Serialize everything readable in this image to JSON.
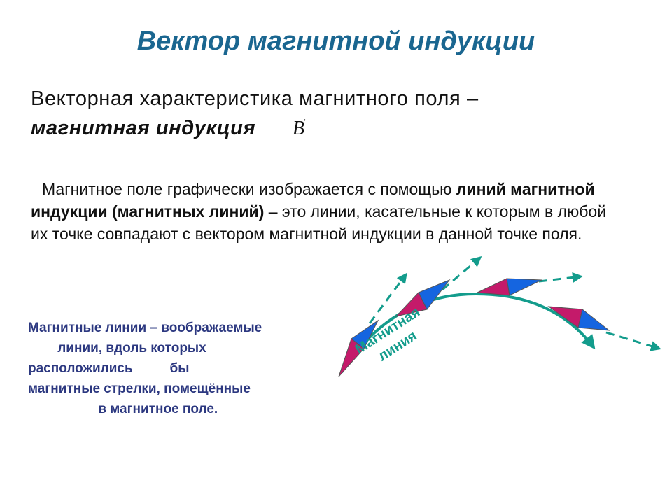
{
  "title": "Вектор магнитной индукции",
  "definition": {
    "line1": "Векторная характеристика магнитного поля –",
    "term": "магнитная индукция",
    "symbol": "B",
    "symbol_arrow": "→"
  },
  "paragraph": {
    "part1": "Магнитное поле графически изображается с помощью ",
    "bold": "линий магнитной индукции (магнитных линий)",
    "part2": " – это линии, касательные к которым в любой их точке совпадают с вектором магнитной индукции  в данной точке поля."
  },
  "note": {
    "line1": "Магнитные линии – воображаемые",
    "line2": "        линии, вдоль которых",
    "line3": "расположились          бы",
    "line4": "магнитные стрелки, помещённые",
    "line5": "                   в магнитное поле."
  },
  "diagram_label": {
    "line1": "Магнитная",
    "line2": "линия"
  },
  "colors": {
    "title": "#1a6690",
    "note": "#2c3880",
    "field_line": "#139c8c",
    "needle_north": "#c41a6a",
    "needle_south": "#1565e0"
  }
}
